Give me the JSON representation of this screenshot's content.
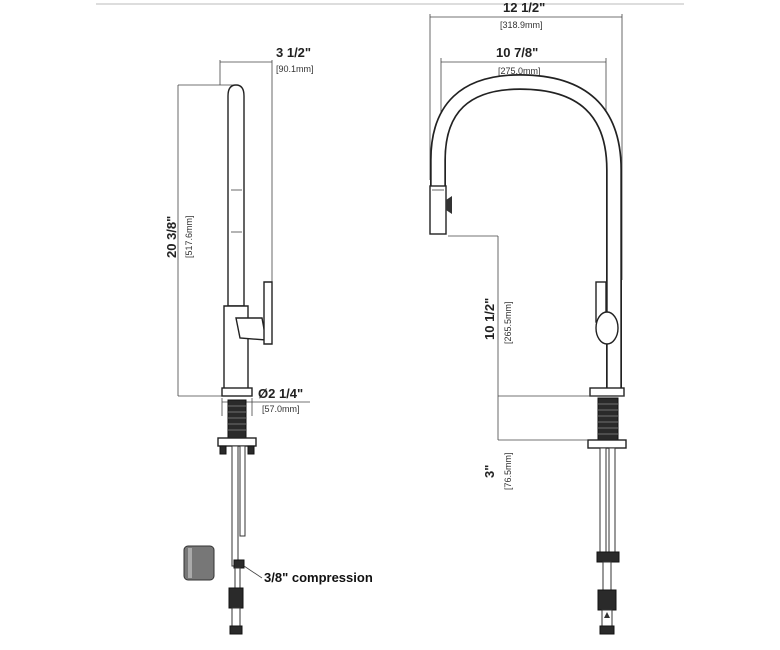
{
  "side_view": {
    "width_in": "3 1/2\"",
    "width_mm": "[90.1mm]",
    "height_in": "20 3/8\"",
    "height_mm": "[517.6mm]",
    "base_dia_in": "Ø2 1/4\"",
    "base_dia_mm": "[57.0mm]",
    "connection_note": "3/8\" compression"
  },
  "front_view": {
    "reach_total_in": "12 1/2\"",
    "reach_total_mm": "[318.9mm]",
    "reach_in": "10 7/8\"",
    "reach_mm": "[275.0mm]",
    "spout_height_in": "10 1/2\"",
    "spout_height_mm": "[265.5mm]",
    "shank_in": "3\"",
    "shank_mm": "[76.5mm]"
  }
}
